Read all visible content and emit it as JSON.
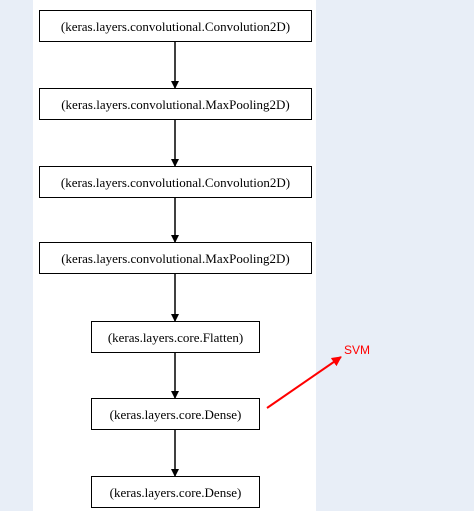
{
  "diagram": {
    "nodes": [
      {
        "label": "(keras.layers.convolutional.Convolution2D)"
      },
      {
        "label": "(keras.layers.convolutional.MaxPooling2D)"
      },
      {
        "label": "(keras.layers.convolutional.Convolution2D)"
      },
      {
        "label": "(keras.layers.convolutional.MaxPooling2D)"
      },
      {
        "label": "(keras.layers.core.Flatten)"
      },
      {
        "label": "(keras.layers.core.Dense)"
      },
      {
        "label": "(keras.layers.core.Dense)"
      }
    ],
    "annotation": {
      "label": "SVM",
      "color": "#ff0000"
    },
    "colors": {
      "page_background": "#e8eef7",
      "panel_background": "#ffffff",
      "stroke": "#000000"
    }
  }
}
